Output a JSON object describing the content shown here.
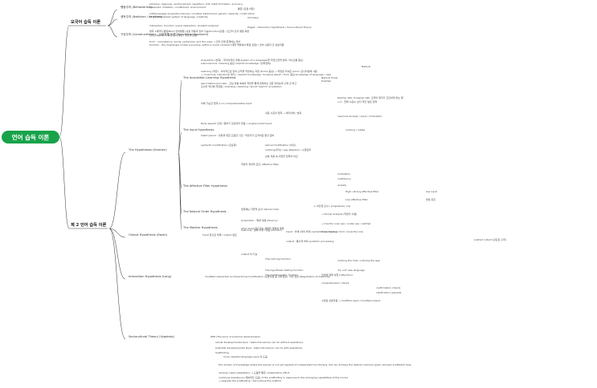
{
  "root": "언어 습득 이론",
  "branches": [
    {
      "label": "모국어 습득 이론",
      "children": [
        {
          "label": "행동주의 (Behaviorism)",
          "notes": [
            "stimulus, response, reinforcement, repetition, drill, habit formation, accuracy,",
            "rewarded, imitation, conditioned, environment",
            "통합 (단점 이론)"
          ]
        },
        {
          "label": "생득주의 (Nativism / Innatism)",
          "notes": [
            "LAD(language acquisition device) / innately determined, generic capacity, construction",
            "of an internalized system of language, creativity",
            "Chomsky"
          ]
        },
        {
          "label": "구성주의 (Constructivism) - 상호작용 이론 (Functional Approach)",
          "notes": [
            "interaction, function, social interaction, student-centered",
            "Piaget : interaction Hypothesis / Sociocultural Theory",
            "생후 1세까지 발달(Birth 언어발달) 상호 작용과 언어 기능(function)관점 / 인간의 인지 발달 측면",
            "인지(cognition) 측면 언어 발달 / 구조적 관점",
            "form : competence, words, sentences, and the rules → 인지 안에 존재하는 언어",
            "function : the meaning(a innate a purpose, within a social context) (대화 맥락에서 특정 관점) / 언어 사용자 간 상호작용"
          ]
        }
      ]
    },
    {
      "label": "제 2 언어 습득 이론",
      "children": [
        {
          "label": "The Hypotheses (Krashen)",
          "subs": [
            {
              "label": "The Acquisition-Learning Hypothesis",
              "notes": [
                "Acquisition (습득) : 무의식적인 과정(system of a language)을 자연스럽게 습득, 의사소통 중심 -",
                "subconscious, meaning 중심, implicit knowledge, (언어습득)",
                "Natural",
                "Learning (학습) : 의식적으로 언어 규칙을 학습하는 과정 (forms 중심) → 학습된 지식은 (error) 모니터링에 사용",
                "→ conscious, intentional 방식, / explicit knowledge, 'knowing about' / form 중심 knowledge of language, rules",
                "Natural Order",
                "Krashen",
                "learn-before principle : 교실 상황 속에서 학습을 통해 습득하는 것은 언어능력 구축 안 되고",
                "모니터 역할에 국한됨 / interlang / teaching cannot 'lead to' acquisition"
              ]
            },
            {
              "label": "The Input Hypothesis",
              "notes": [
                "이해 가능한 입력 (i+1) comprehensible input",
                "teacher talk, foreigner talk, 모국어 화자가 간단하게 하는 말",
                "i+1 : 현재 수준(i) 보다 약간 높은 입력",
                "need low anxiety / input / motivation",
                "쉬운 수준의 입력 → 의미이해 / 습득",
                "Early speech 단계 / 말하기 강요하지 않음 / roughly-tuned input",
                "Silent period : 습득을 위한 조용한 기간 / 학습자가 모국어로 말할 준비",
                "noticing / intake",
                "syntactic modification (단순화)",
                "lexical modification (어휘)",
                "noticing(주의) / pay attention / 수정입력",
                "상호 작용 속 다양한 입력의 비교"
              ]
            },
            {
              "label": "The Affective Filter Hypothesis",
              "notes": [
                "학습자 정의적 요인, affective filter",
                "motivation",
                "confidence",
                "anxiety",
                "High / strong affective filter",
                "low input",
                "Low affective filter",
                "습득 촉진"
              ]
            },
            {
              "label": "The Natural Order Hypothesis",
              "notes": [
                "습득에는 자연적 순서 natural order",
                "-s (3인칭 단수), progressive -ing",
                "→ formal analysis (학습자 사용)"
              ]
            },
            {
              "label": "The Monitor Hypothesis",
              "notes": [
                "Acquisition : 발화 생성 (fluency)",
                "Learning : 발화 수정 / 점검 (monitor)",
                "→ monitor over-use / under-use / optimal",
                "time, focus on form, know the rule"
              ]
            }
          ]
        },
        {
          "label": "Output Hypothesis (Swain)",
          "notes": [
            "Input 만으로 부족 / output 필요",
            "why? Input 만으로는 문법적 정확성 부족",
            "Input : 이해 (의미 처리) semantic processing",
            "output : 통사적 처리 syntactic processing",
            "pushed output (강요된 출력)",
            "output 의 기능",
            "The noticing function",
            "noticing the hole / noticing the gap",
            "The hypothesis testing function",
            "'try out' new language",
            "The metalinguistic function",
            "언어에 대해 성찰 (reflection)"
          ]
        },
        {
          "label": "Interaction Hypothesis (Long)",
          "notes": [
            "modified interaction & interactional modification (상호작용 중 의미협상)",
            "의미 협상 (Negotiation of meaning)",
            "comprehension checks",
            "confirmation checks",
            "clarification requests",
            "수정된 상호작용 → modified input / modified output"
          ]
        },
        {
          "label": "Sociocultural Theory (Vygotsky)",
          "notes": [
            "ZPD (The zone of proximal development)",
            "actual developmental level : tasks the learner can do without assistance",
            "potential developmental level : tasks the learner can do with assistance",
            "Scaffolding",
            "more capable language users 의 도움",
            "the domain of knowledge where the learner is not yet capable of independent functioning, but can achieve the desired outcome given relevant scaffolded help",
            "remedy (need adaptation) → 도움을 통한 collaborative effort",
            "continues assistance (계속적인 도움) of the scaffolding in response to the emerging capabilities of the novice",
            "→ upgrade the scaffolding / discontinue the scaffold"
          ]
        }
      ]
    }
  ]
}
